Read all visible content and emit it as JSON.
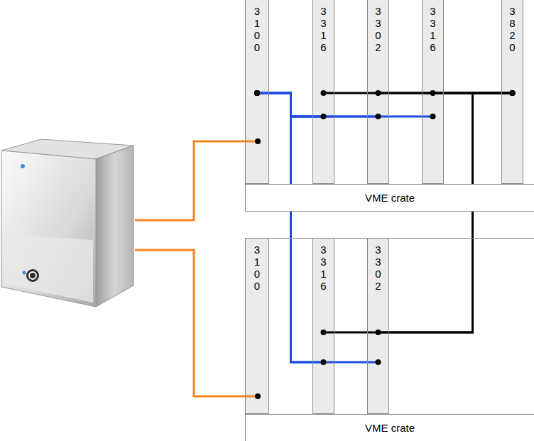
{
  "diagram": {
    "nodes": [
      {
        "text": [
          "VME crate"
        ]
      },
      {
        "text": [
          "3100"
        ],
        "in": 0
      },
      {
        "text": [
          "3316"
        ],
        "in": 0
      },
      {
        "text": [
          "3302"
        ],
        "in": 0
      },
      {
        "text": [
          "3316"
        ],
        "in": 0
      },
      {
        "text": [
          "3820"
        ],
        "in": 0
      },
      {
        "text": [
          "VME crate"
        ]
      },
      {
        "text": [
          "3100"
        ],
        "in": 6
      },
      {
        "text": [
          "3316"
        ],
        "in": 6
      },
      {
        "text": [
          "3302"
        ],
        "in": 6
      }
    ],
    "edges": [
      {
        "from": 1,
        "to": 2,
        "arrow": "none"
      },
      {
        "from": 1,
        "to": 3,
        "arrow": "none"
      },
      {
        "from": 1,
        "to": 4,
        "arrow": "none"
      },
      {
        "from": 1,
        "to": 8,
        "arrow": "none"
      },
      {
        "from": 1,
        "to": 9,
        "arrow": "none"
      },
      {
        "from": 5,
        "to": 4,
        "arrow": "none"
      },
      {
        "from": 5,
        "to": 3,
        "arrow": "none"
      },
      {
        "from": 5,
        "to": 2,
        "arrow": "none"
      },
      {
        "from": 5,
        "to": 8,
        "arrow": "none"
      },
      {
        "from": 5,
        "to": 9,
        "arrow": "none"
      }
    ]
  }
}
